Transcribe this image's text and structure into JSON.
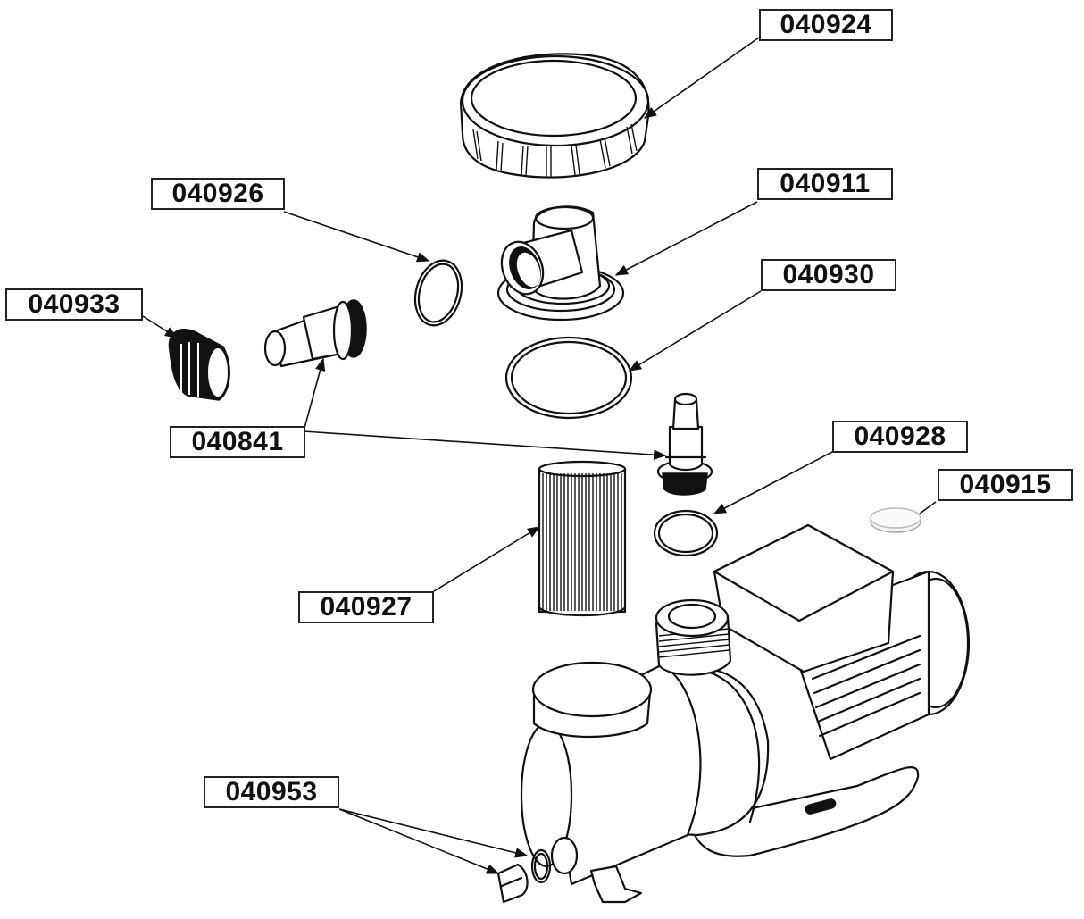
{
  "diagram": {
    "type": "exploded-parts-diagram",
    "subject": "swimming pool filter pump",
    "parts": [
      {
        "id": "lid",
        "label": "040924",
        "description": "strainer lid / cover"
      },
      {
        "id": "elbow",
        "label": "040911",
        "description": "elbow fitting with flange"
      },
      {
        "id": "oring-small",
        "label": "040926",
        "description": "small o-ring"
      },
      {
        "id": "oring-large",
        "label": "040930",
        "description": "large o-ring"
      },
      {
        "id": "union-nut",
        "label": "040933",
        "description": "threaded union nut"
      },
      {
        "id": "hose-adapter",
        "label": "040841",
        "description": "hose tail adapters (two)"
      },
      {
        "id": "oring-adapter",
        "label": "040928",
        "description": "adapter o-ring"
      },
      {
        "id": "capacitor",
        "label": "040915",
        "description": "disc component"
      },
      {
        "id": "strainer-basket",
        "label": "040927",
        "description": "cylindrical strainer basket"
      },
      {
        "id": "drain-plug",
        "label": "040953",
        "description": "drain plug with o-ring"
      }
    ]
  }
}
